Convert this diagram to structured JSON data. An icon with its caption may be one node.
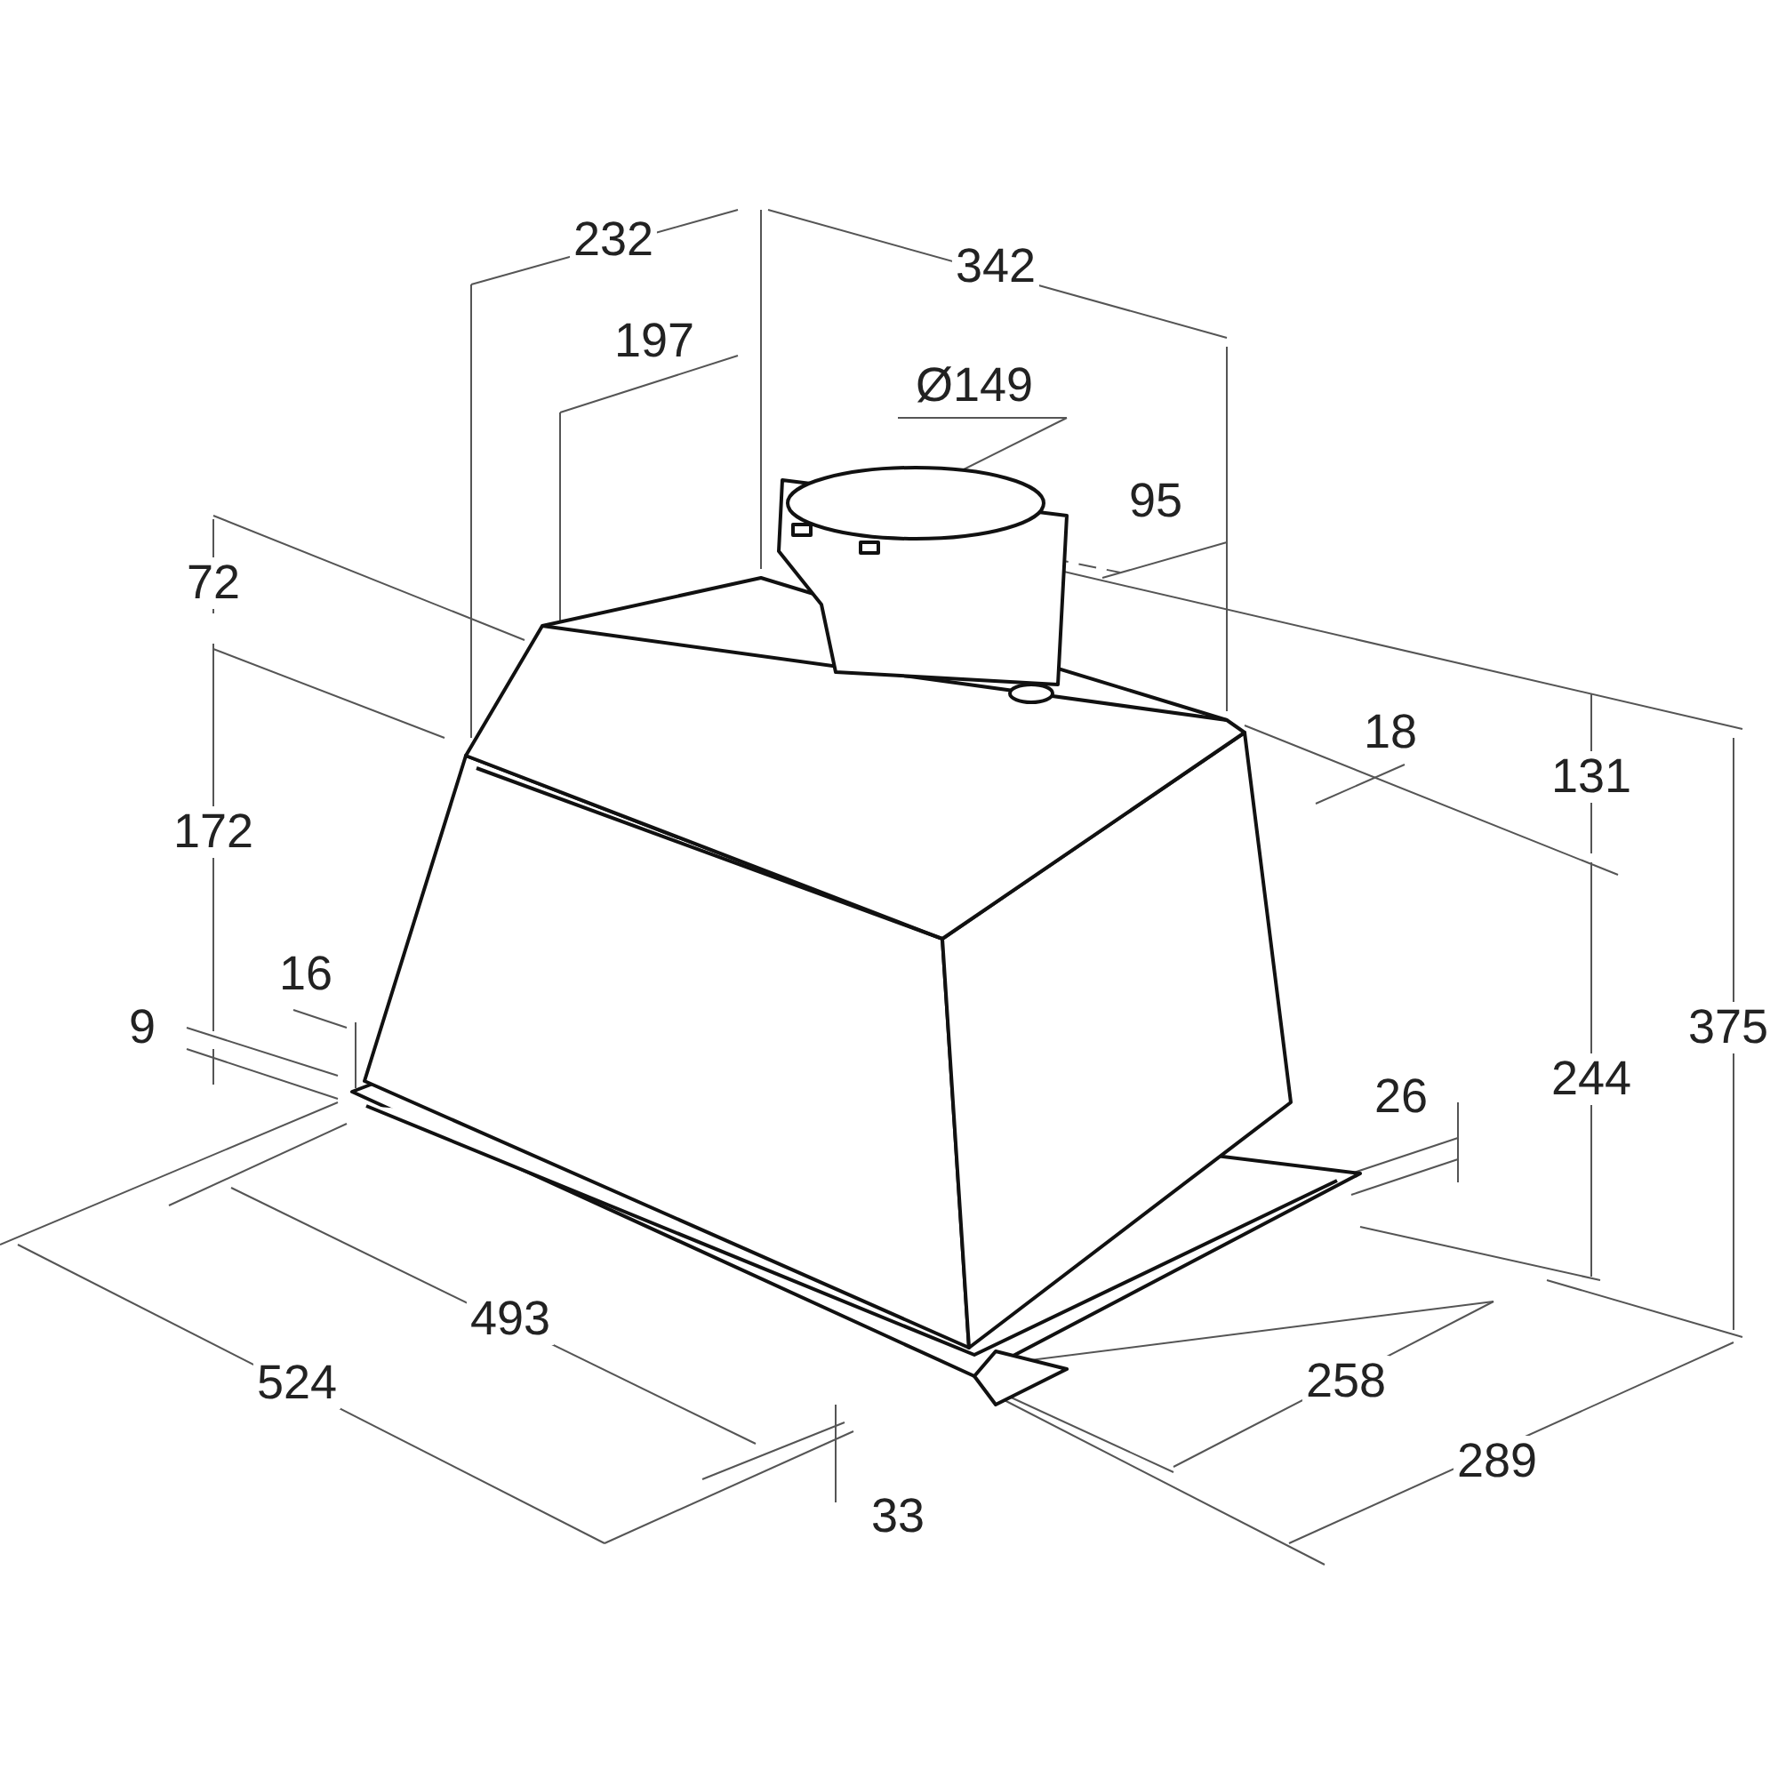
{
  "diagram": {
    "labels": [
      "232",
      "342",
      "197",
      "Ø149",
      "95",
      "72",
      "18",
      "131",
      "172",
      "16",
      "9",
      "375",
      "26",
      "244",
      "493",
      "524",
      "258",
      "289",
      "33"
    ]
  }
}
